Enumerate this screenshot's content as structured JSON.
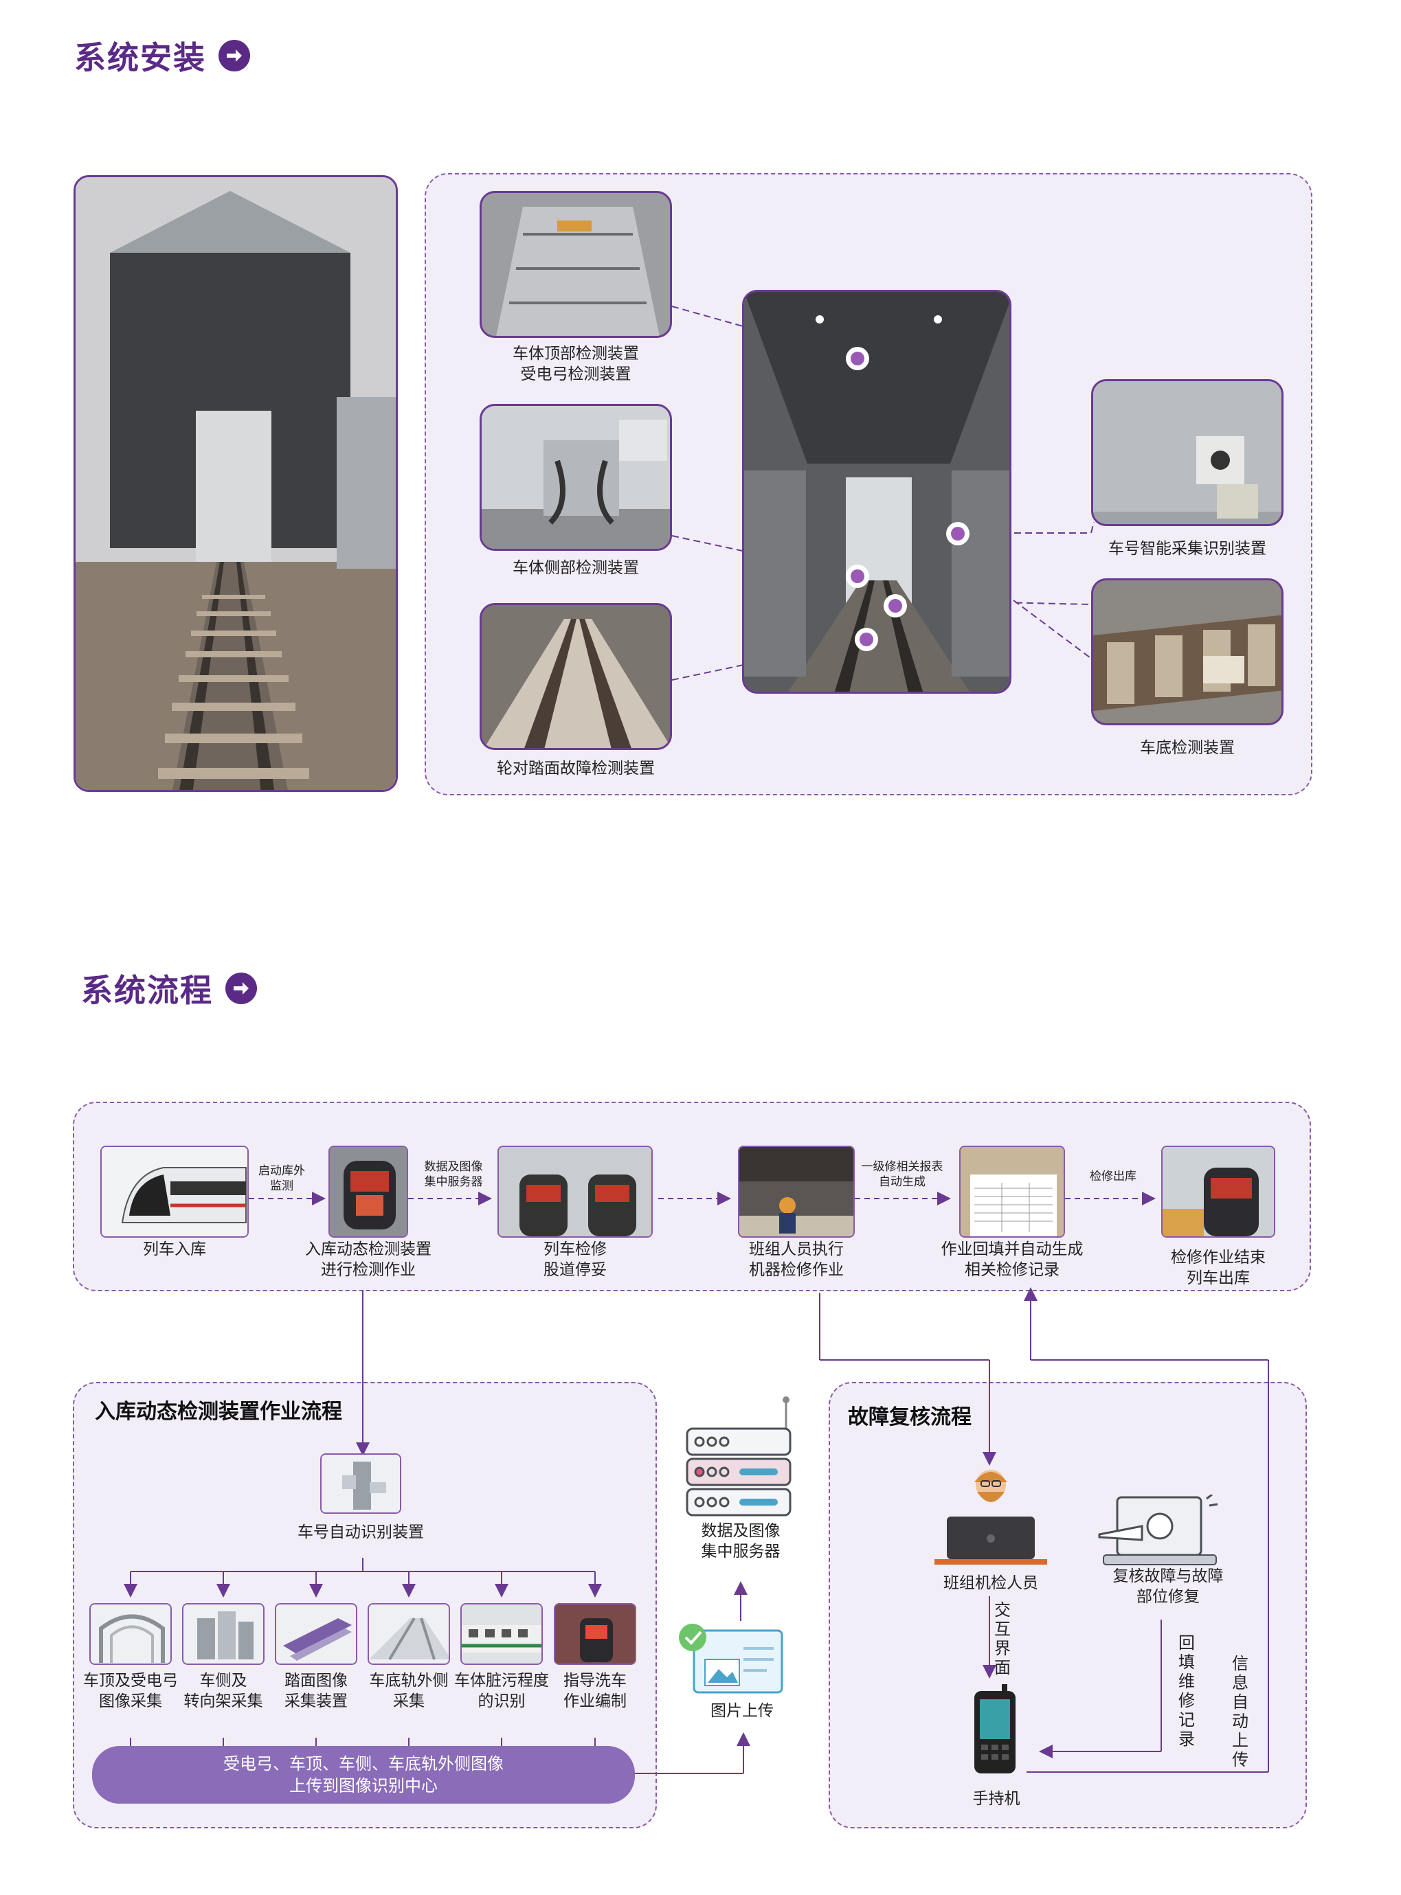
{
  "install": {
    "title": "系统安装",
    "captions": {
      "roof": "车体顶部检测装置\n受电弓检测装置",
      "side": "车体侧部检测装置",
      "wheel": "轮对踏面故障检测装置",
      "number": "车号智能采集识别装置",
      "bottom": "车底检测装置"
    }
  },
  "process": {
    "title": "系统流程",
    "main_steps": [
      "列车入库",
      "入库动态检测装置\n进行检测作业",
      "列车检修\n股道停妥",
      "班组人员执行\n机器检修作业",
      "作业回填并自动生成\n相关检修记录",
      "检修作业结束\n列车出库"
    ],
    "arrow_labels": [
      "启动库外\n监测",
      "数据及图像\n集中服务器",
      "一级修相关报表\n自动生成",
      "检修出库"
    ],
    "left_panel": {
      "title": "入库动态检测装置作业流程",
      "device": "车号自动识别装置",
      "items": [
        "车顶及受电弓\n图像采集",
        "车侧及\n转向架采集",
        "踏面图像\n采集装置",
        "车底轨外侧\n采集",
        "车体脏污程度\n的识别",
        "指导洗车\n作业编制"
      ],
      "bar": "受电弓、车顶、车侧、车底轨外侧图像\n上传到图像识别中心"
    },
    "server": "数据及图像\n集中服务器",
    "upload": "图片上传",
    "right_panel": {
      "title": "故障复核流程",
      "staff": "班组机检人员",
      "repair": "复核故障与故障\n部位修复",
      "interact": "交互界面",
      "backfill": "回填维修记录",
      "auto_upload": "信息自动上传",
      "handheld": "手持机"
    }
  }
}
